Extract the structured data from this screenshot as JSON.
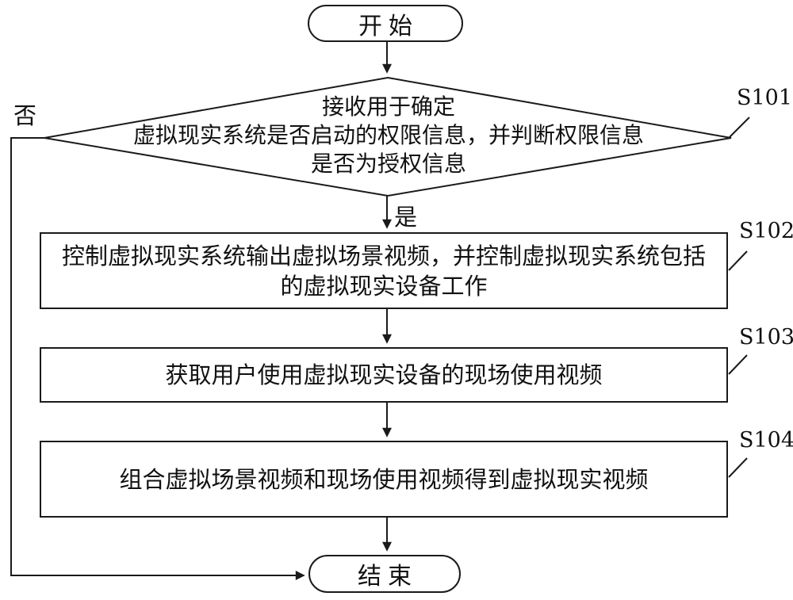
{
  "figure": {
    "background": "#ffffff",
    "line_color": "#1a1a1a",
    "text_color": "#111111",
    "start": {
      "label": "开始"
    },
    "decision": {
      "step_id": "S101",
      "line1": "接收用于确定",
      "line2": "虚拟现实系统是否启动的权限信息，并判断权限信息",
      "line3": "是否为授权信息"
    },
    "no_label": "否",
    "yes_label": "是",
    "step2": {
      "step_id": "S102",
      "line1": "控制虚拟现实系统输出虚拟场景视频，并控制虚拟现实系统包括",
      "line2": "的虚拟现实设备工作"
    },
    "step3": {
      "step_id": "S103",
      "line1": "获取用户使用虚拟现实设备的现场使用视频"
    },
    "step4": {
      "step_id": "S104",
      "line1": "组合虚拟场景视频和现场使用视频得到虚拟现实视频"
    },
    "end": {
      "label": "结束"
    }
  }
}
